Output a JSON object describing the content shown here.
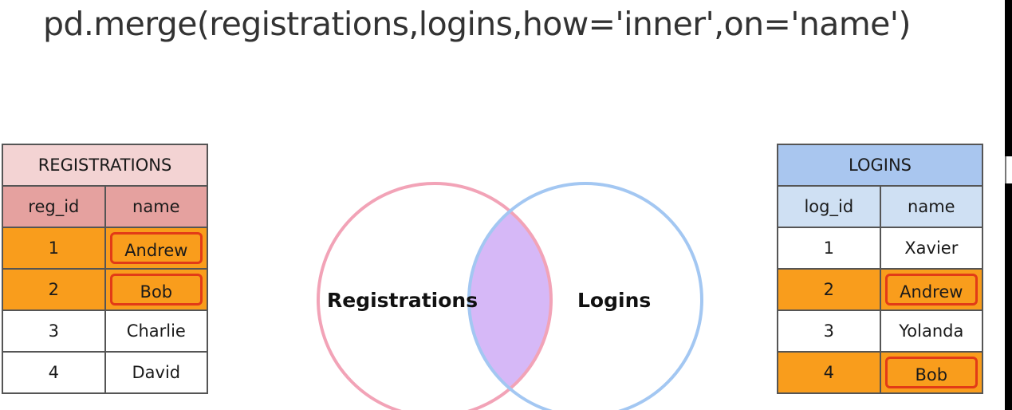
{
  "code": "pd.merge(registrations,logins,how='inner',on='name')",
  "registrations": {
    "title": "REGISTRATIONS",
    "columns": [
      "reg_id",
      "name"
    ],
    "rows": [
      {
        "id": "1",
        "name": "Andrew",
        "matched": true
      },
      {
        "id": "2",
        "name": "Bob",
        "matched": true
      },
      {
        "id": "3",
        "name": "Charlie",
        "matched": false
      },
      {
        "id": "4",
        "name": "David",
        "matched": false
      }
    ]
  },
  "logins": {
    "title": "LOGINS",
    "columns": [
      "log_id",
      "name"
    ],
    "rows": [
      {
        "id": "1",
        "name": "Xavier",
        "matched": false
      },
      {
        "id": "2",
        "name": "Andrew",
        "matched": true
      },
      {
        "id": "3",
        "name": "Yolanda",
        "matched": false
      },
      {
        "id": "4",
        "name": "Bob",
        "matched": true
      }
    ]
  },
  "venn": {
    "left_label": "Registrations",
    "right_label": "Logins"
  },
  "colors": {
    "match_fill": "#f99d1c",
    "match_outline": "#e23b17",
    "registrations_circle": "#f2a3b7",
    "logins_circle": "#a3c7f2",
    "intersection": "#d6b8f7"
  }
}
